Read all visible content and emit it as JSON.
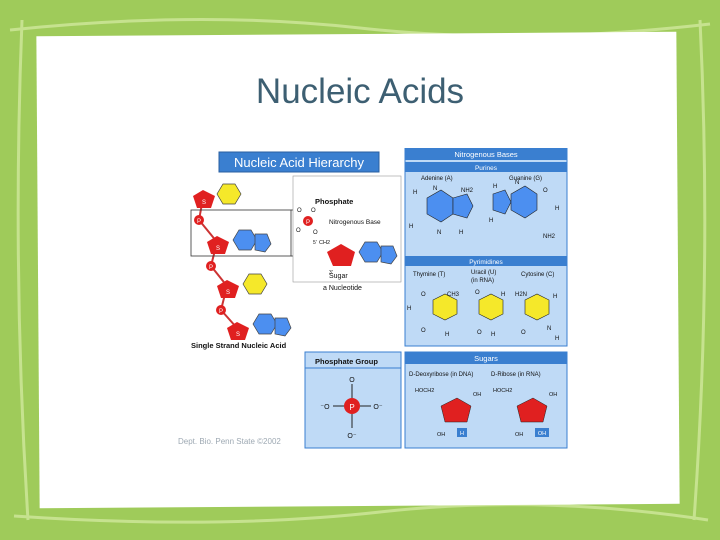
{
  "slide": {
    "title": "Nucleic Acids",
    "credit": "Dept. Bio. Penn State ©2002"
  },
  "hierarchy": {
    "header": "Nucleic Acid Hierarchy",
    "phosphate_label": "Phosphate",
    "base_label": "Nitrogenous Base",
    "sugar_label": "Sugar",
    "nucleotide_label": "a Nucleotide",
    "strand_label": "Single Strand Nucleic Acid",
    "strand_marks": {
      "sugar": "S",
      "phosphate": "P"
    },
    "nucleotide_atoms": {
      "o1": "O",
      "o2": "O",
      "o3": "O",
      "o4": "O",
      "p": "P",
      "ch2": "CH2",
      "c5": "5'",
      "c3": "3'"
    }
  },
  "bases": {
    "header": "Nitrogenous Bases",
    "purines": "Purines",
    "adenine": "Adenine (A)",
    "guanine": "Guanine (G)",
    "pyrimidines": "Pyrimidines",
    "thymine": "Thymine (T)",
    "uracil": "Uracil (U)",
    "uracil_note": "(in RNA)",
    "cytosine": "Cytosine (C)",
    "atoms": {
      "h": "H",
      "n": "N",
      "o": "O",
      "nh2": "NH2",
      "ch3": "CH3",
      "h2n": "H2N"
    }
  },
  "phosphate_group": {
    "header": "Phosphate Group",
    "p": "P",
    "o": "O",
    "o_minus": "⁻O",
    "o_minus_r": "O⁻"
  },
  "sugars": {
    "header": "Sugars",
    "deoxyribose": "D-Deoxyribose (in DNA)",
    "ribose": "D-Ribose (in RNA)",
    "hoch2": "HOCH2",
    "oh": "OH",
    "h": "H"
  },
  "colors": {
    "frame_green": "#8fc04a",
    "panel_blue": "#3a7fd0",
    "panel_light": "#bfdaf6",
    "purine_blue": "#4c8ff0",
    "pyrimidine_yellow": "#f5e82a",
    "sugar_red": "#e02020",
    "title_color": "#3d5f72"
  }
}
